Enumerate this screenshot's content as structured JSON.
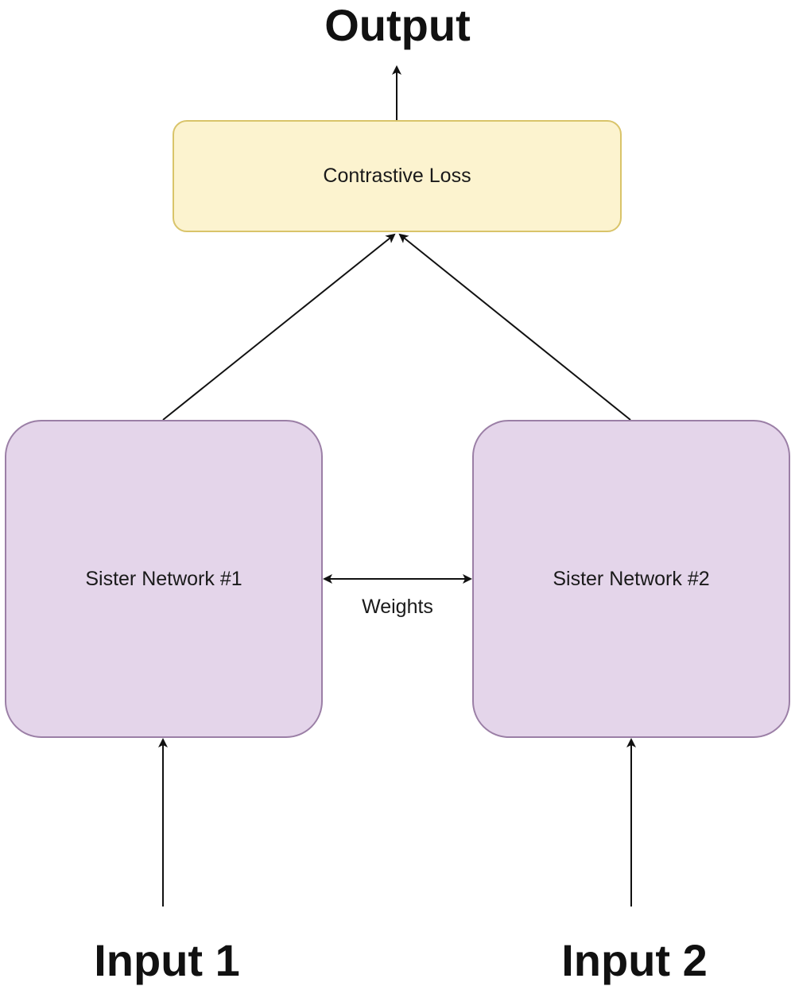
{
  "diagram": {
    "output_label": "Output",
    "loss_label": "Contrastive Loss",
    "sister1_label": "Sister Network #1",
    "sister2_label": "Sister Network #2",
    "weights_label": "Weights",
    "input1_label": "Input 1",
    "input2_label": "Input 2"
  },
  "colors": {
    "loss_fill": "#fcf3cf",
    "loss_border": "#d9c46a",
    "sister_fill": "#e4d5ea",
    "sister_border": "#9b7fa6",
    "edge": "#111111"
  }
}
